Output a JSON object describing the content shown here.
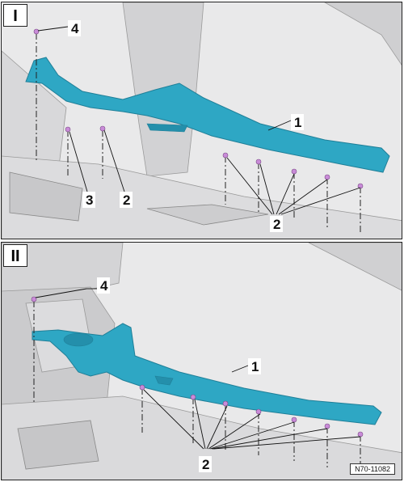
{
  "panels": [
    {
      "label": "I"
    },
    {
      "label": "II"
    }
  ],
  "callouts": {
    "p1": {
      "trim": "1",
      "clips_a": "2",
      "clips_b": "2",
      "clip3": "3",
      "stud": "4"
    },
    "p2": {
      "trim": "1",
      "clips": "2",
      "stud": "4"
    }
  },
  "reference": "N70-11082",
  "colors": {
    "trim": "#2ea7c4",
    "clip": "#c98bd8",
    "background": "#e9e9ea"
  }
}
